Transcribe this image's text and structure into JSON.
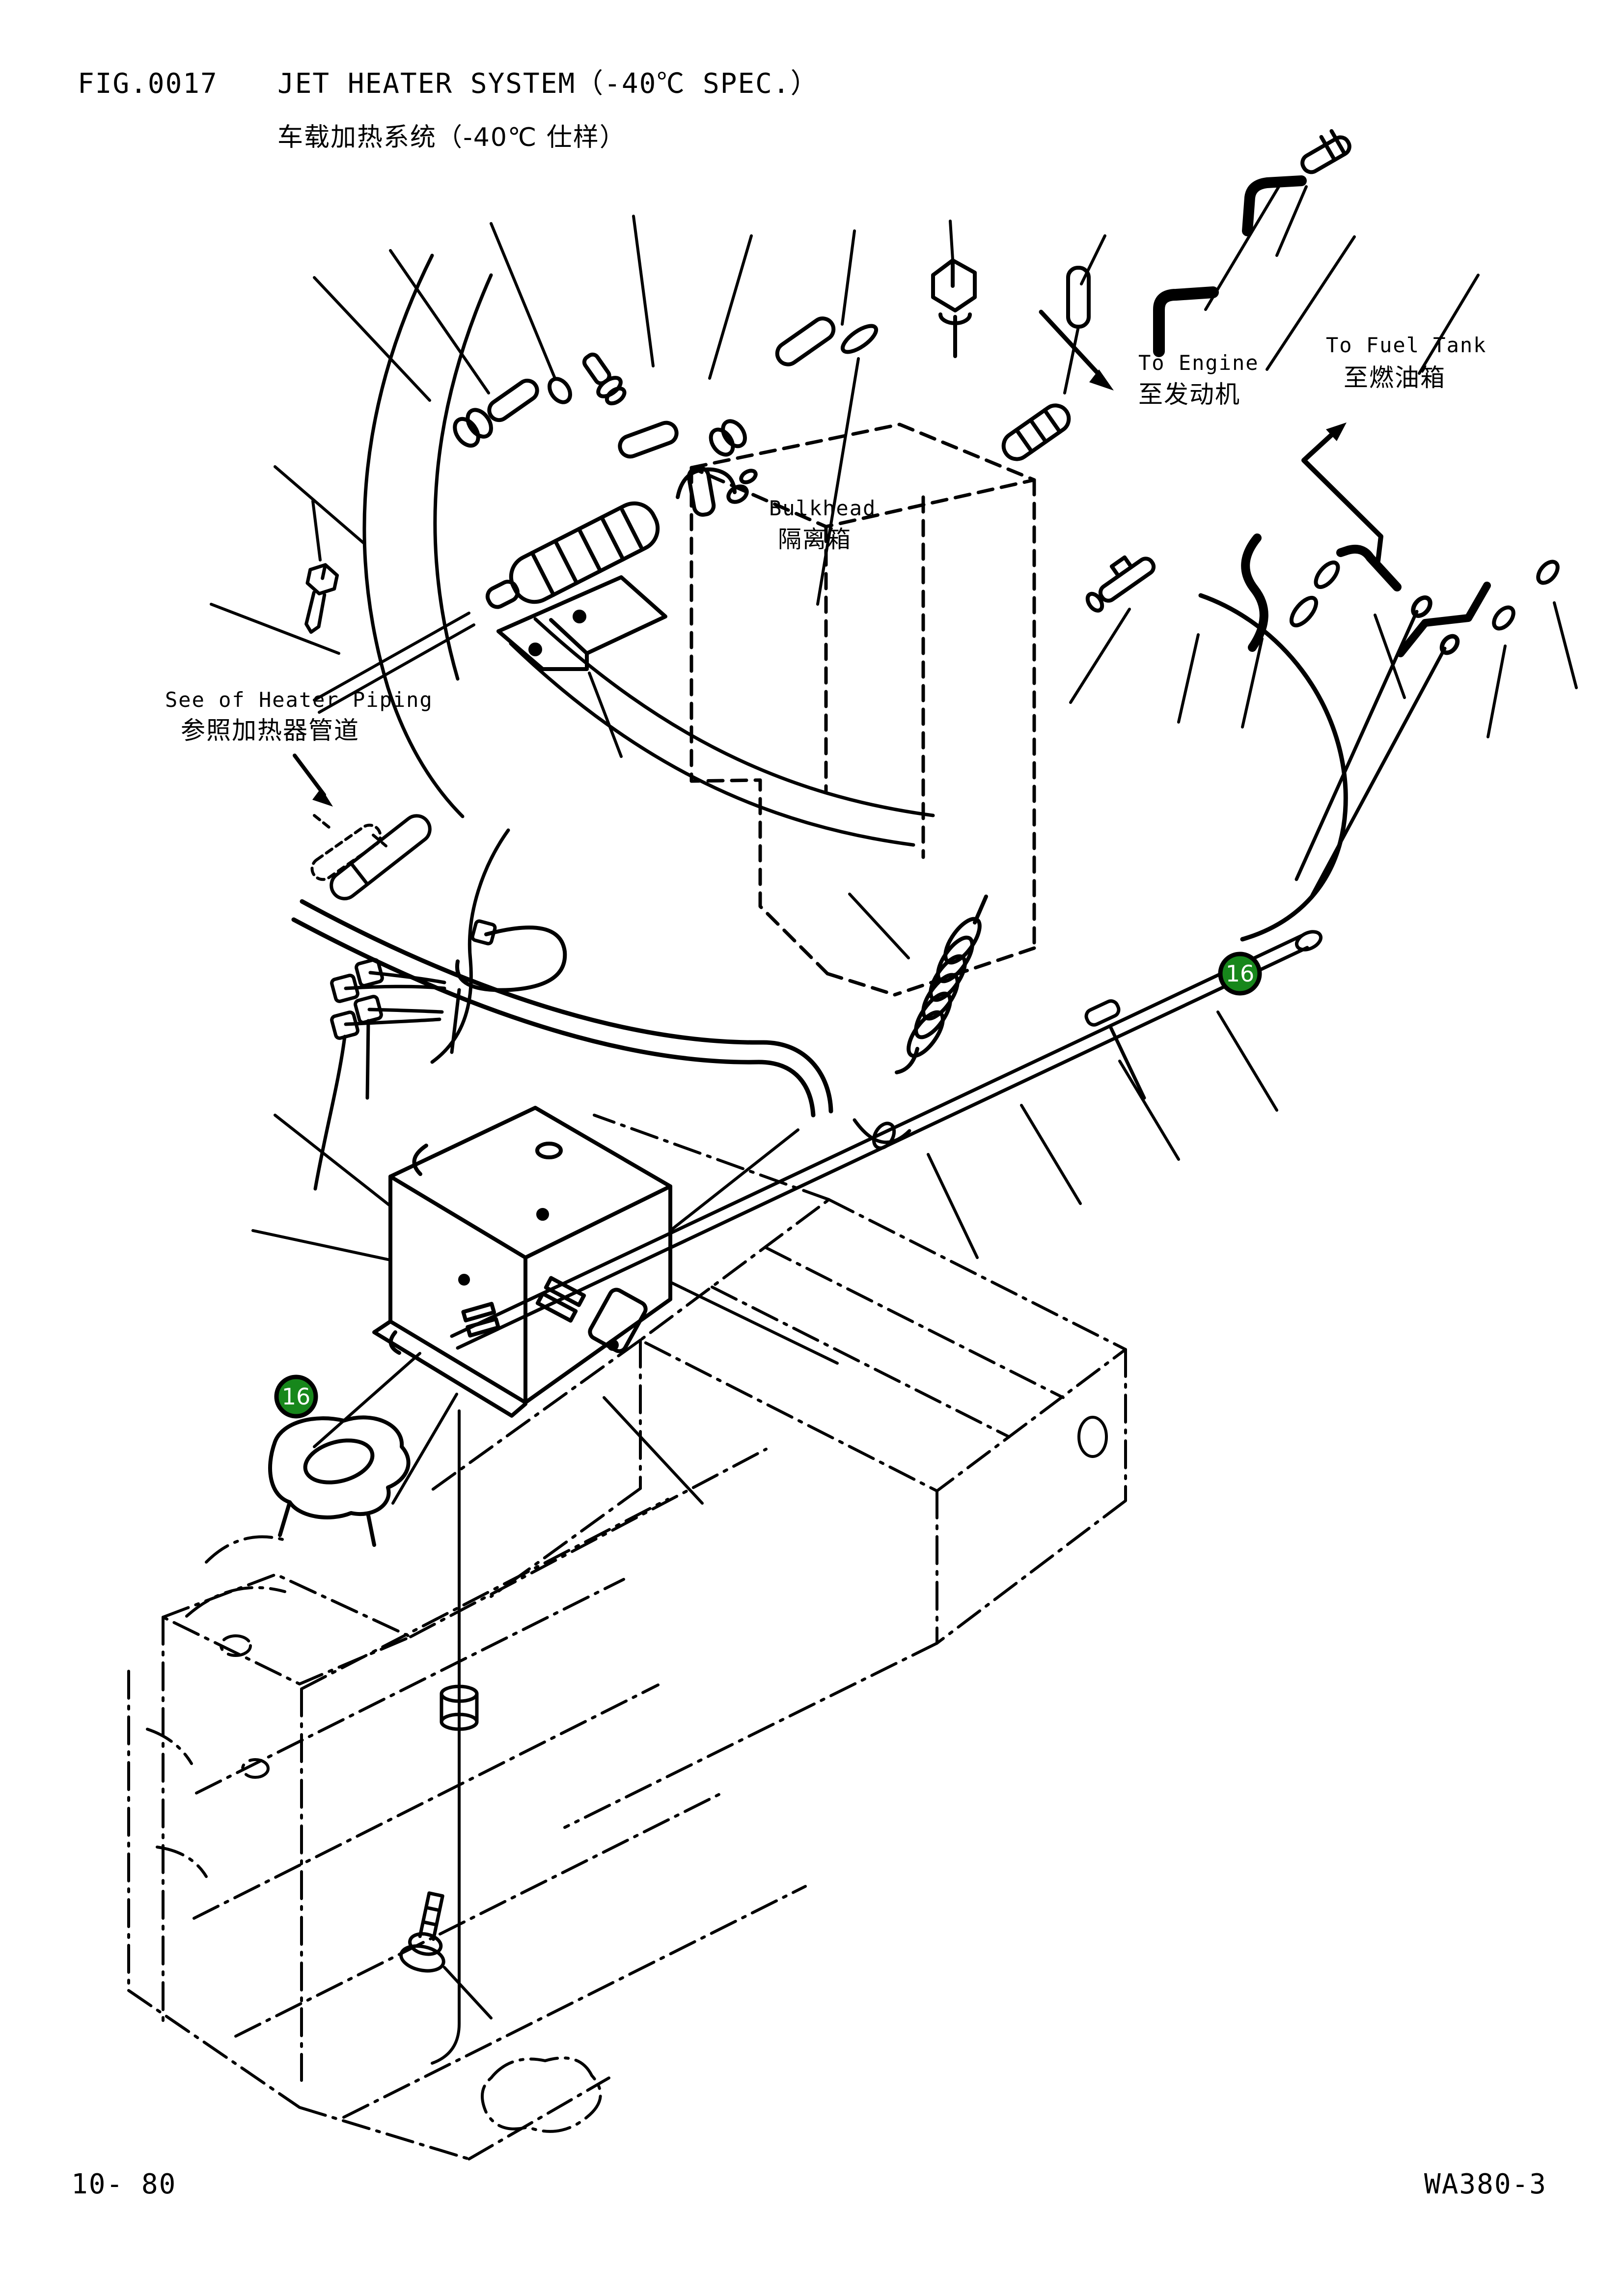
{
  "page": {
    "fig_no": "FIG.0017",
    "title_en": "JET HEATER SYSTEM（-40℃ SPEC.）",
    "title_zh": "车载加热系统（-40℃ 仕样）",
    "footer_left": "10- 80",
    "footer_right": "WA380-3"
  },
  "callouts": {
    "to_engine": {
      "en": "To Engine",
      "zh": "至发动机"
    },
    "to_fuel_tank": {
      "en": "To Fuel Tank",
      "zh": "至燃油箱"
    },
    "bulkhead": {
      "en": "Bulkhead",
      "zh": "隔离箱"
    },
    "see_heater_piping": {
      "en": "See of Heater Piping",
      "zh": "参照加热器管道"
    }
  },
  "balloons": {
    "left": {
      "label": "16"
    },
    "right": {
      "label": "16"
    }
  },
  "colors": {
    "balloon_fill": "#17871b",
    "balloon_text": "#ffffff",
    "ink": "#000000",
    "paper": "#ffffff"
  }
}
